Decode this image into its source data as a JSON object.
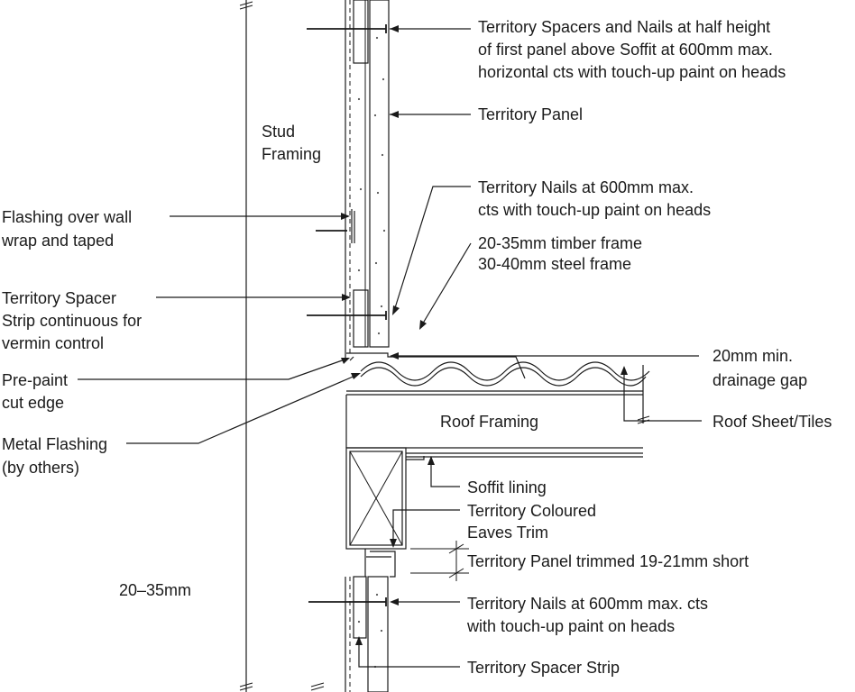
{
  "labels": {
    "stud_framing": [
      "Stud",
      "Framing"
    ],
    "spacers_nails_top": [
      "Territory Spacers and Nails at half height",
      "of first panel above Soffit at 600mm max.",
      "horizontal cts with touch-up paint on heads"
    ],
    "territory_panel": [
      "Territory Panel"
    ],
    "nails_600": [
      "Territory Nails at 600mm max.",
      "cts with touch-up paint on heads"
    ],
    "frame_depth": [
      "20-35mm timber frame",
      "30-40mm steel frame"
    ],
    "flashing_wrap": [
      "Flashing over wall",
      "wrap and taped"
    ],
    "spacer_strip_vermin": [
      "Territory Spacer",
      "Strip continuous for",
      "vermin control"
    ],
    "drainage_gap": [
      "20mm min.",
      "drainage gap"
    ],
    "pre_paint": [
      "Pre-paint",
      "cut edge"
    ],
    "roof_framing": [
      "Roof Framing"
    ],
    "roof_sheet": [
      "Roof Sheet/Tiles"
    ],
    "metal_flashing": [
      "Metal Flashing",
      "(by others)"
    ],
    "soffit_lining": [
      "Soffit lining"
    ],
    "eaves_trim": [
      "Territory Coloured",
      "Eaves Trim"
    ],
    "panel_trimmed": [
      "Territory Panel trimmed 19-21mm short"
    ],
    "dimension": [
      "20–35mm"
    ],
    "nails_600_lower": [
      "Territory Nails at 600mm max. cts",
      "with touch-up paint on heads"
    ],
    "spacer_strip": [
      "Territory Spacer Strip"
    ]
  }
}
